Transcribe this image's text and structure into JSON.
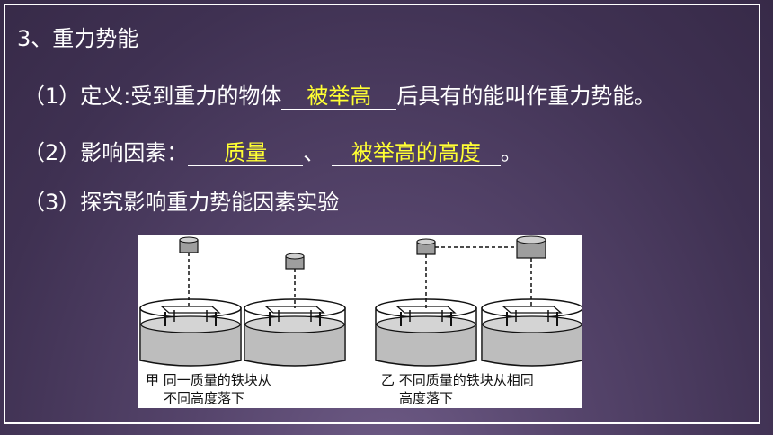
{
  "slide": {
    "heading": "3、重力势能",
    "definition": {
      "prefix": "（1）定义:受到重力的物体",
      "answer": "被举高",
      "suffix": "后具有的能叫作重力势能。"
    },
    "factors": {
      "prefix": "（2）影响因素：",
      "answer1": "质量",
      "separator": "、",
      "answer2": "被举高的高度",
      "suffix": "。"
    },
    "experiment_title": "（3）探究影响重力势能因素实验",
    "figure": {
      "left_caption_line1": "甲 同一质量的铁块从",
      "left_caption_line2": "不同高度落下",
      "right_caption_line1": "乙 不同质量的铁块从相同",
      "right_caption_line2": "高度落下"
    },
    "colors": {
      "background": "#4a3b5e",
      "text": "#ffffff",
      "answer": "#ffff33"
    }
  }
}
